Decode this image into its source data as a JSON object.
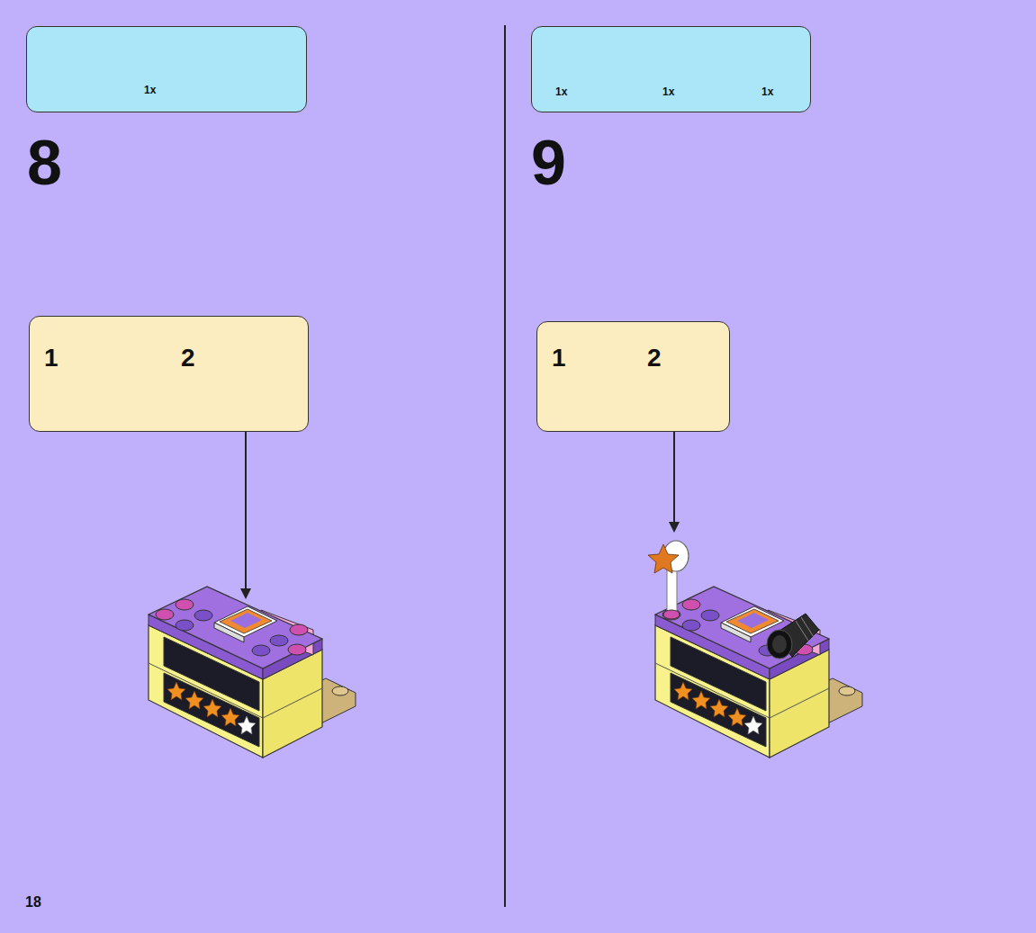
{
  "diagram": {
    "nodes": [
      {
        "text": [
          "1x"
        ]
      },
      {
        "text": [
          "1",
          "2"
        ]
      },
      {
        "text": [
          "1x",
          "1x",
          "1x"
        ]
      },
      {
        "text": [
          "1",
          "2"
        ]
      }
    ],
    "labels": [
      "8",
      "9",
      "18"
    ]
  }
}
